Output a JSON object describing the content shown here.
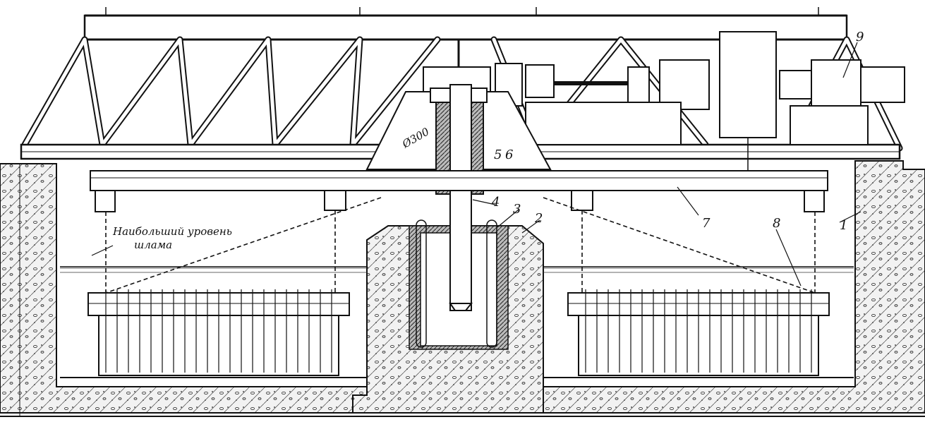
{
  "figure": {
    "note_line1": "Наибольший уровень",
    "note_line2": "шлама",
    "dimension": "Ø300",
    "labels": {
      "l1": "1",
      "l2": "2",
      "l3": "3",
      "l4": "4",
      "l5": "5",
      "l6": "6",
      "l7": "7",
      "l8": "8",
      "l9": "9"
    }
  },
  "colors": {
    "ink": "#1a1a1a",
    "paper": "#ffffff",
    "concrete_fill": "#ececec",
    "packing": "#9a9a9a"
  }
}
